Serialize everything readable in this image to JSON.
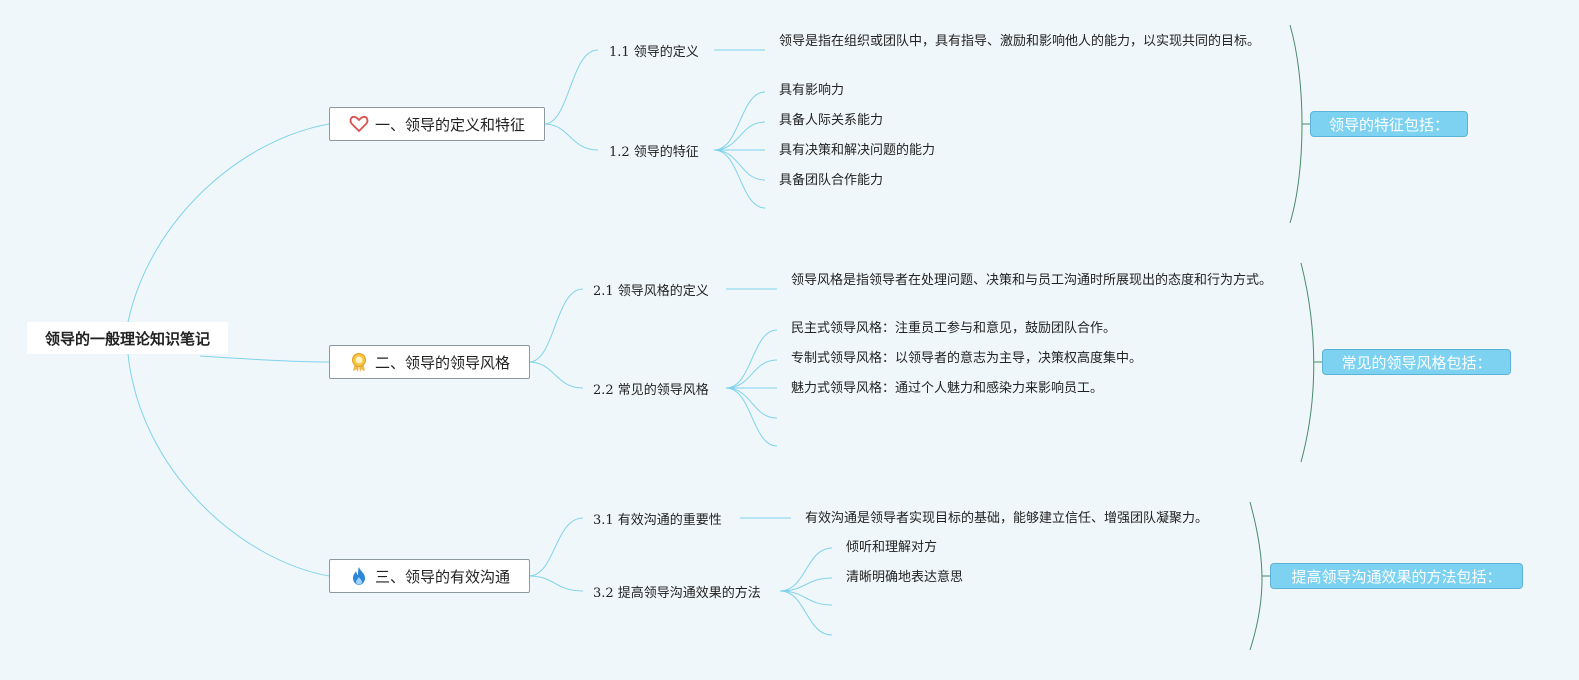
{
  "root": {
    "title": "领导的一般理论知识笔记"
  },
  "colors": {
    "background": "#f0f7fa",
    "line": "#7fd3ec",
    "label_bg": "#7dd2f2",
    "bracket": "#4a8a6a"
  },
  "sections": [
    {
      "title": "一、领导的定义和特征",
      "icon": "heart-icon",
      "subs": [
        {
          "title": "1.1 领导的定义",
          "items": [
            "领导是指在组织或团队中，具有指导、激励和影响他人的能力，以实现共同的目标。"
          ]
        },
        {
          "title": "1.2 领导的特征",
          "items": [
            "具有影响力",
            "具备人际关系能力",
            "具有决策和解决问题的能力",
            "具备团队合作能力"
          ]
        }
      ],
      "summary": "领导的特征包括："
    },
    {
      "title": "二、领导的领导风格",
      "icon": "award-ribbon-icon",
      "subs": [
        {
          "title": "2.1 领导风格的定义",
          "items": [
            "领导风格是指领导者在处理问题、决策和与员工沟通时所展现出的态度和行为方式。"
          ]
        },
        {
          "title": "2.2 常见的领导风格",
          "items": [
            "民主式领导风格：注重员工参与和意见，鼓励团队合作。",
            "专制式领导风格：以领导者的意志为主导，决策权高度集中。",
            "魅力式领导风格：通过个人魅力和感染力来影响员工。"
          ]
        }
      ],
      "summary": "常见的领导风格包括："
    },
    {
      "title": "三、领导的有效沟通",
      "icon": "flame-icon",
      "subs": [
        {
          "title": "3.1 有效沟通的重要性",
          "items": [
            "有效沟通是领导者实现目标的基础，能够建立信任、增强团队凝聚力。"
          ]
        },
        {
          "title": "3.2 提高领导沟通效果的方法",
          "items": [
            "倾听和理解对方",
            "清晰明确地表达意思"
          ]
        }
      ],
      "summary": "提高领导沟通效果的方法包括："
    }
  ]
}
